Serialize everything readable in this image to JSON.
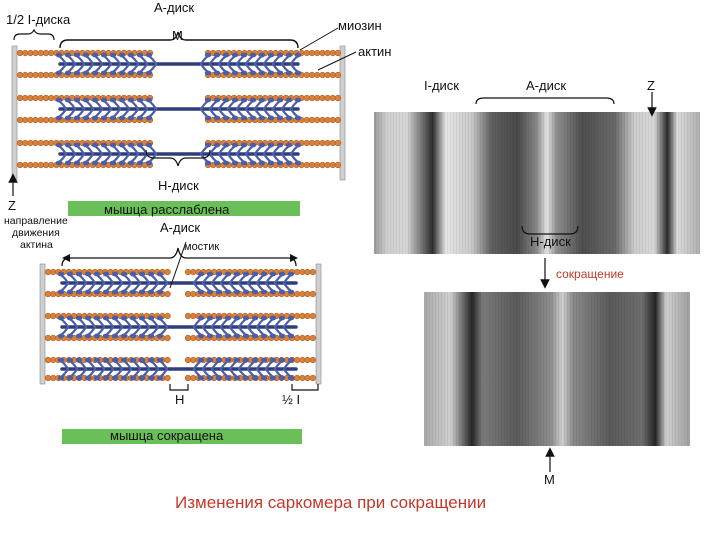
{
  "labels": {
    "half_i_band": "1/2 I-диска",
    "a_band_top": "A-диск",
    "m_top": "M",
    "myosin": "миозин",
    "actin": "актин",
    "i_band_micro": "I-диск",
    "a_band_micro": "A-диск",
    "z_micro": "Z",
    "h_band_top": "H-диск",
    "z_left": "Z",
    "actin_direction": "направление движения актина",
    "relaxed": "мышца расслаблена",
    "a_band_mid": "A-диск",
    "bridge": "мостик",
    "h_band_micro": "H-диск",
    "contraction": "сокращение",
    "h_short": "H",
    "half_i_short": "½ I",
    "contracted": "мышца сокращена",
    "m_bottom": "M"
  },
  "title": "Изменения саркомера при сокращении",
  "colors": {
    "actin": "#d9803a",
    "myosin": "#5566aa",
    "myosin_head": "#4a5fa8",
    "band_green": "#6bbf59",
    "title": "#c0392b",
    "red_text": "#c0392b"
  },
  "icons": {
    "arrow_up": "arrow-up-icon",
    "arrow_down": "arrow-down-icon",
    "brace": "brace-icon"
  }
}
